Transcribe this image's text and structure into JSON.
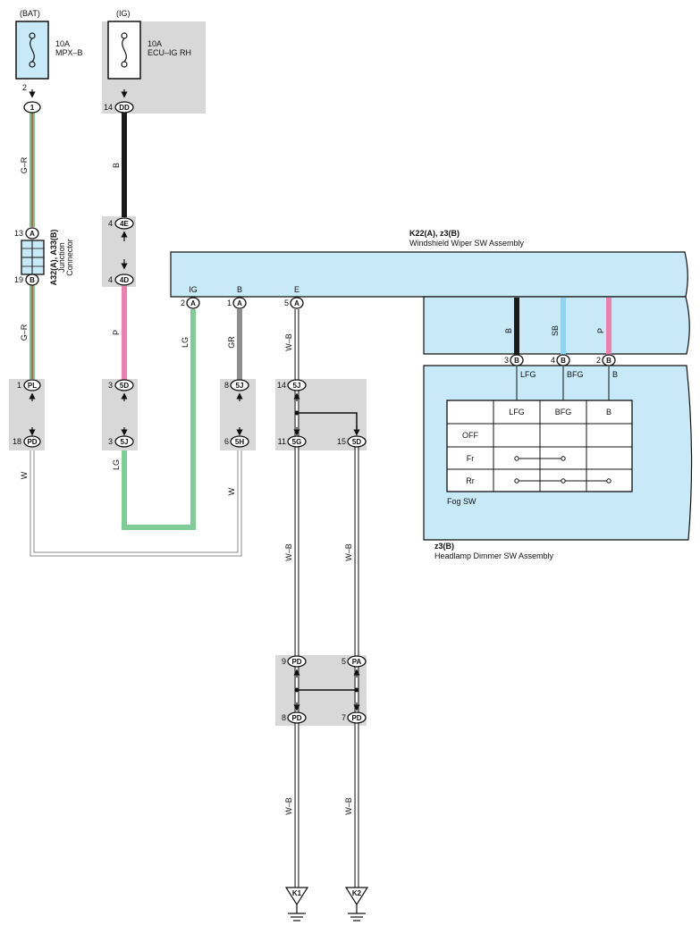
{
  "colors": {
    "green_red_main": "#74c68a",
    "green_red_stripe": "#d54b44",
    "black": "#1a1a1a",
    "pink": "#ef7fae",
    "light_green": "#7fcd95",
    "gray": "#8e8e8e",
    "sky_blue": "#8fd6f4",
    "white_wire_edge": "#8a8a8a",
    "gray_box": "#d8d8d8",
    "component_fill": "#c8e9f8"
  },
  "fuses": {
    "bat": {
      "source": "(BAT)",
      "rating": "10A",
      "name": "MPX–B",
      "pin": "2"
    },
    "ig": {
      "source": "(IG)",
      "rating": "10A",
      "name": "ECU–IG RH",
      "pin": "14"
    }
  },
  "connectors": {
    "c1": {
      "pin": "1",
      "label": "1"
    },
    "dd": {
      "pin": "14",
      "label": "DD"
    },
    "e4": {
      "pin": "4",
      "label": "4E"
    },
    "d4": {
      "pin": "4",
      "label": "4D"
    },
    "ja": {
      "pin": "13",
      "label": "A"
    },
    "jb": {
      "pin": "19",
      "label": "B"
    },
    "pl": {
      "pin": "1",
      "label": "PL"
    },
    "pd18": {
      "pin": "18",
      "label": "PD"
    },
    "d5": {
      "pin": "3",
      "label": "5D"
    },
    "j5": {
      "pin": "3",
      "label": "5J"
    },
    "j5b": {
      "pin": "8",
      "label": "5J"
    },
    "h5": {
      "pin": "6",
      "label": "5H"
    },
    "j5c": {
      "pin": "14",
      "label": "5J"
    },
    "g5": {
      "pin": "11",
      "label": "5G"
    },
    "d5b": {
      "pin": "15",
      "label": "5D"
    },
    "pd9": {
      "pin": "9",
      "label": "PD"
    },
    "pa5": {
      "pin": "5",
      "label": "PA"
    },
    "pd8": {
      "pin": "8",
      "label": "PD"
    },
    "pd7": {
      "pin": "7",
      "label": "PD"
    }
  },
  "junction": {
    "id": "A32(A), A33(B)",
    "name1": "Junction",
    "name2": "Connector"
  },
  "wires": {
    "g_r_top": "G–R",
    "g_r_bottom": "G–R",
    "b": "B",
    "p": "P",
    "lg_mid": "LG",
    "lg_low": "LG",
    "gr": "GR",
    "w_left": "W",
    "w_right": "W",
    "wb1": "W–B",
    "wb2": "W–B",
    "wb3": "W–B",
    "wb4": "W–B",
    "wb5": "W–B",
    "b_sw": "B",
    "sb_sw": "SB",
    "p_sw": "P"
  },
  "wiper_sw": {
    "id": "K22(A), z3(B)",
    "name": "Windshield Wiper SW Assembly",
    "pins": [
      {
        "num": "2",
        "conn": "A",
        "term": "IG"
      },
      {
        "num": "1",
        "conn": "A",
        "term": "B"
      },
      {
        "num": "5",
        "conn": "A",
        "term": "E"
      }
    ]
  },
  "dimmer_sw": {
    "id": "z3(B)",
    "name": "Headlamp Dimmer SW Assembly",
    "pins": [
      {
        "num": "3",
        "conn": "B",
        "term": "LFG"
      },
      {
        "num": "4",
        "conn": "B",
        "term": "BFG"
      },
      {
        "num": "2",
        "conn": "B",
        "term": "B"
      }
    ],
    "fog_label": "Fog SW",
    "table": {
      "headers": [
        "LFG",
        "BFG",
        "B"
      ],
      "rows": [
        "OFF",
        "Fr",
        "Rr"
      ]
    }
  },
  "grounds": {
    "k1": "K1",
    "k2": "K2"
  }
}
